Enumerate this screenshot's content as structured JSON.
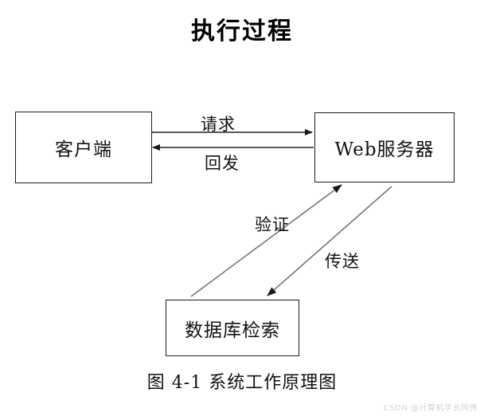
{
  "title": "执行过程",
  "caption": "图 4-1  系统工作原理图",
  "watermark": "CSDN @计算机学长阿伟",
  "colors": {
    "stroke": "#1c1c1c",
    "arrow": "#4a4a4a",
    "background": "#ffffff",
    "text": "#111111",
    "watermark": "#d2d2d2"
  },
  "nodes": [
    {
      "id": "client",
      "label": "客户端"
    },
    {
      "id": "server",
      "label": "Web服务器"
    },
    {
      "id": "database",
      "label": "数据库检索"
    }
  ],
  "edges": [
    {
      "id": "request",
      "label": "请求",
      "from": "client",
      "to": "server",
      "direction": "right"
    },
    {
      "id": "postback",
      "label": "回发",
      "from": "server",
      "to": "client",
      "direction": "left"
    },
    {
      "id": "verify",
      "label": "验证",
      "from": "database",
      "to": "server",
      "direction": "up-right"
    },
    {
      "id": "transmit",
      "label": "传送",
      "from": "server",
      "to": "database",
      "direction": "down-left"
    }
  ]
}
